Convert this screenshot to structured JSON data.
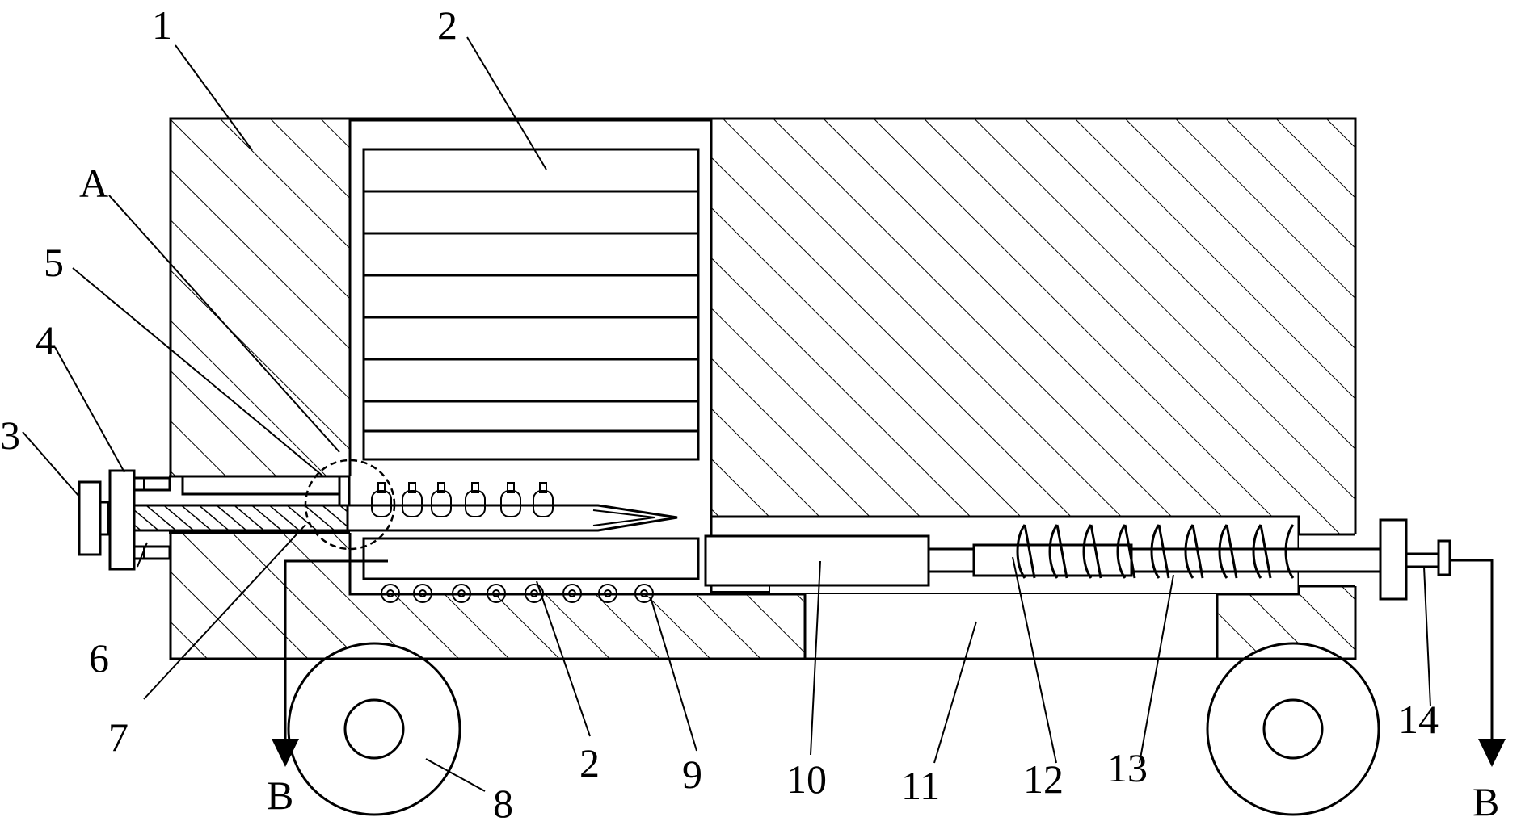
{
  "labels": {
    "l1": "1",
    "l2_top": "2",
    "lA": "A",
    "l5": "5",
    "l4": "4",
    "l3": "3",
    "l6": "6",
    "l7": "7",
    "l2_bottom": "2",
    "l9": "9",
    "l10": "10",
    "l11": "11",
    "l12": "12",
    "l13": "13",
    "l14": "14",
    "l8": "8",
    "lB_left": "B",
    "lB_right": "B"
  },
  "colors": {
    "stroke": "#000000",
    "background": "#ffffff"
  }
}
